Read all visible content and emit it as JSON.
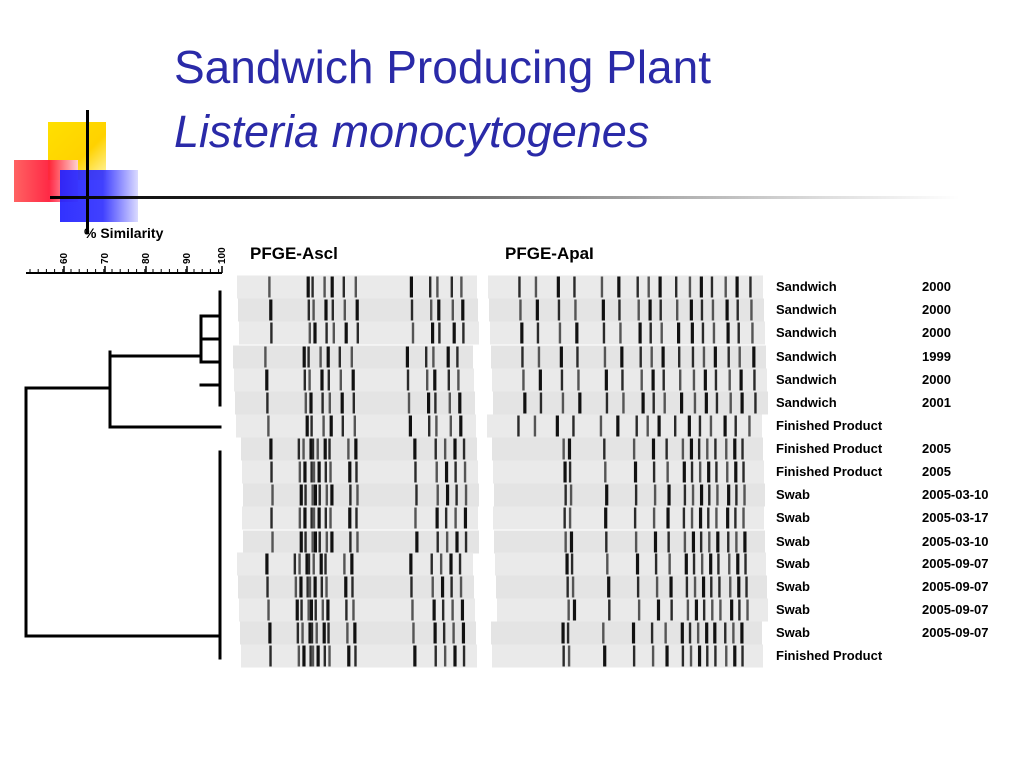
{
  "slide": {
    "title": "Sandwich Producing Plant",
    "subtitle": "Listeria monocytogenes"
  },
  "decoration": {
    "colors": [
      "#ffe000",
      "#ff1e3c",
      "#2020ff"
    ]
  },
  "similarity_label": "% Similarity",
  "scale_ticks": [
    "60",
    "70",
    "80",
    "90",
    "100"
  ],
  "panels": [
    {
      "label": "PFGE-Ascl"
    },
    {
      "label": "PFGE-ApaI"
    }
  ],
  "rows": [
    {
      "source": "Sandwich",
      "date": "2000"
    },
    {
      "source": "Sandwich",
      "date": "2000"
    },
    {
      "source": "Sandwich",
      "date": "2000"
    },
    {
      "source": "Sandwich",
      "date": "1999"
    },
    {
      "source": "Sandwich",
      "date": "2000"
    },
    {
      "source": "Sandwich",
      "date": "2001"
    },
    {
      "source": "Finished Product",
      "date": ""
    },
    {
      "source": "Finished Product",
      "date": "2005"
    },
    {
      "source": "Finished Product",
      "date": "2005"
    },
    {
      "source": "Swab",
      "date": "2005-03-10"
    },
    {
      "source": "Swab",
      "date": "2005-03-17"
    },
    {
      "source": "Swab",
      "date": "2005-03-10"
    },
    {
      "source": "Swab",
      "date": "2005-09-07"
    },
    {
      "source": "Swab",
      "date": "2005-09-07"
    },
    {
      "source": "Swab",
      "date": "2005-09-07"
    },
    {
      "source": "Swab",
      "date": "2005-09-07"
    },
    {
      "source": "Finished Product",
      "date": ""
    }
  ]
}
